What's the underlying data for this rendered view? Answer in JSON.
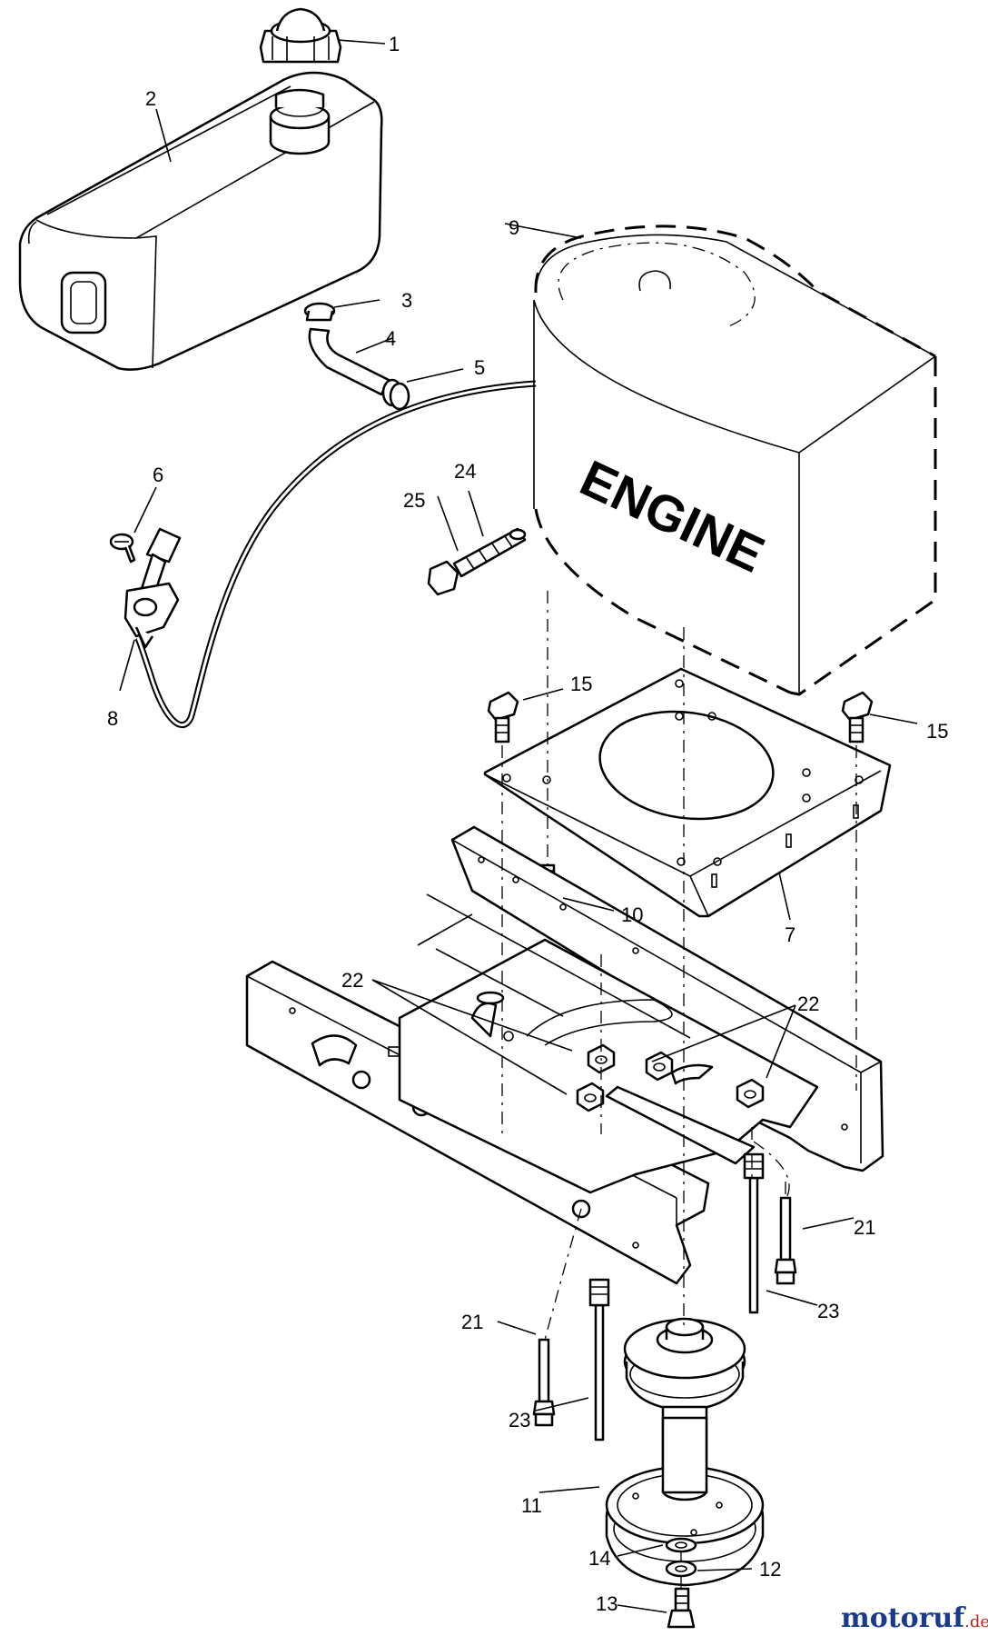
{
  "engine_label": "ENGINE",
  "watermark": {
    "brand": "motoruf",
    "tld": ".de",
    "brand_color": "#1a3a8c",
    "tld_color": "#c02020"
  },
  "callouts": {
    "c1": "1",
    "c2": "2",
    "c3": "3",
    "c4": "4",
    "c5": "5",
    "c6": "6",
    "c7": "7",
    "c8": "8",
    "c9": "9",
    "c10": "10",
    "c11": "11",
    "c12": "12",
    "c13": "13",
    "c14": "14",
    "c15a": "15",
    "c15b": "15",
    "c21a": "21",
    "c21b": "21",
    "c22a": "22",
    "c22b": "22",
    "c23a": "23",
    "c23b": "23",
    "c24": "24",
    "c25": "25"
  }
}
